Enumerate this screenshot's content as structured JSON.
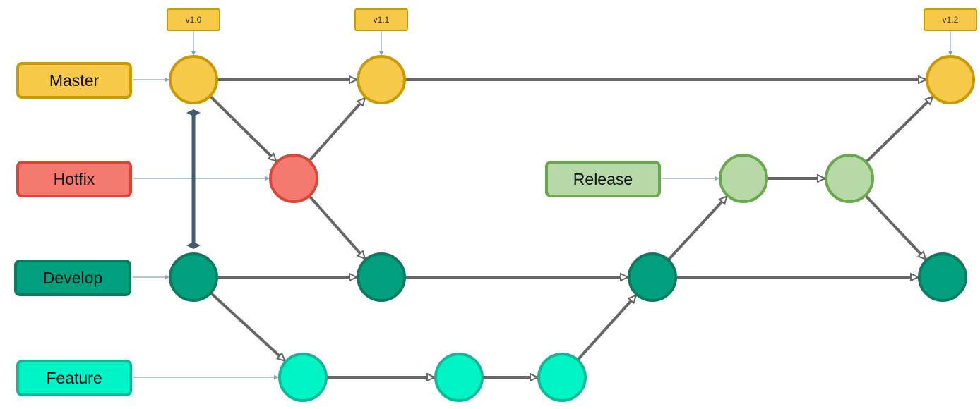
{
  "branches": [
    {
      "id": "master",
      "label": "Master",
      "fill": "#f6c94b",
      "stroke": "#c99a06"
    },
    {
      "id": "hotfix",
      "label": "Hotfix",
      "fill": "#f4796f",
      "stroke": "#d9473a"
    },
    {
      "id": "release",
      "label": "Release",
      "fill": "#b6d9a7",
      "stroke": "#6aa84f"
    },
    {
      "id": "develop",
      "label": "Develop",
      "fill": "#009f7e",
      "stroke": "#0f7a5f"
    },
    {
      "id": "feature",
      "label": "Feature",
      "fill": "#00f4c6",
      "stroke": "#12b896"
    }
  ],
  "tags": [
    {
      "id": "tag-v10",
      "label": "v1.0",
      "commit": "m1"
    },
    {
      "id": "tag-v11",
      "label": "v1.1",
      "commit": "m2"
    },
    {
      "id": "tag-v12",
      "label": "v1.2",
      "commit": "m3"
    }
  ],
  "commits": [
    {
      "id": "m1",
      "branch": "master"
    },
    {
      "id": "m2",
      "branch": "master"
    },
    {
      "id": "m3",
      "branch": "master"
    },
    {
      "id": "h1",
      "branch": "hotfix"
    },
    {
      "id": "r1",
      "branch": "release"
    },
    {
      "id": "r2",
      "branch": "release"
    },
    {
      "id": "d1",
      "branch": "develop"
    },
    {
      "id": "d2",
      "branch": "develop"
    },
    {
      "id": "d3",
      "branch": "develop"
    },
    {
      "id": "d4",
      "branch": "develop"
    },
    {
      "id": "f1",
      "branch": "feature"
    },
    {
      "id": "f2",
      "branch": "feature"
    },
    {
      "id": "f3",
      "branch": "feature"
    }
  ],
  "edges": [
    {
      "from": "m1",
      "to": "m2"
    },
    {
      "from": "m2",
      "to": "m3"
    },
    {
      "from": "m1",
      "to": "h1"
    },
    {
      "from": "h1",
      "to": "m2"
    },
    {
      "from": "h1",
      "to": "d2"
    },
    {
      "from": "d1",
      "to": "d2"
    },
    {
      "from": "d2",
      "to": "d3"
    },
    {
      "from": "d3",
      "to": "d4"
    },
    {
      "from": "d1",
      "to": "f1"
    },
    {
      "from": "f1",
      "to": "f2"
    },
    {
      "from": "f2",
      "to": "f3"
    },
    {
      "from": "f3",
      "to": "d3"
    },
    {
      "from": "d3",
      "to": "r1"
    },
    {
      "from": "r1",
      "to": "r2"
    },
    {
      "from": "r2",
      "to": "m3"
    },
    {
      "from": "r2",
      "to": "d4"
    }
  ],
  "label_links": [
    {
      "branch": "master",
      "commit": "m1"
    },
    {
      "branch": "hotfix",
      "commit": "h1"
    },
    {
      "branch": "release",
      "commit": "r1"
    },
    {
      "branch": "develop",
      "commit": "d1"
    },
    {
      "branch": "feature",
      "commit": "f1"
    }
  ],
  "association": {
    "from": "m1",
    "to": "d1"
  },
  "colors": {
    "edge": "#666666",
    "label_link": "#8aa4b4",
    "association": "#455a6b",
    "tag_fill": "#f6c94b",
    "tag_stroke": "#c99a06"
  }
}
